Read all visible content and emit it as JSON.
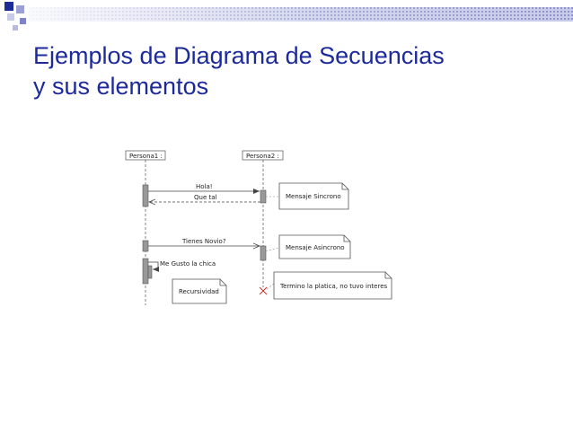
{
  "slide": {
    "title_line1": "Ejemplos de Diagrama de Secuencias",
    "title_line2": "y sus elementos",
    "title_color": "#1c2a9a"
  },
  "diagram": {
    "lifelines": [
      "Persona1 :",
      "Persona2 :"
    ],
    "messages": {
      "hola": "Hola!",
      "que_tal": "Que tal",
      "tienes_novio": "Tienes Novio?",
      "me_gusto": "Me Gusto la chica"
    },
    "notes": {
      "sincrono": "Mensaje Sincrono",
      "asincrono": "Mensaje Asincrono",
      "recursividad": "Recursividad",
      "termino": "Termino la platica, no tuvo interes"
    }
  }
}
